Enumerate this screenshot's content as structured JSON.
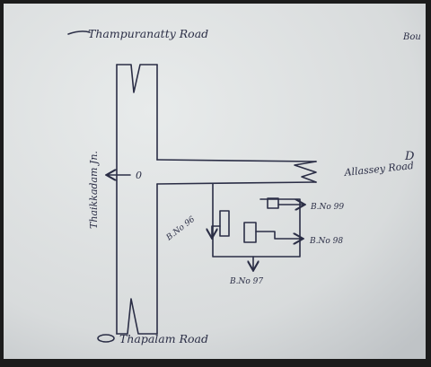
{
  "labels": {
    "top_road": "Thampuranatty Road",
    "left_junction": "Thaikkadam Jn.",
    "right_road": "Allassey Road",
    "bottom_road": "Thapalam Road",
    "building_96": "B.No 96",
    "building_97": "B.No 97",
    "building_98": "B.No 98",
    "building_99": "B.No 99",
    "junction_marker": "0",
    "edge_top": "Bou",
    "edge_right": "D"
  },
  "colors": {
    "paper": "#dcdfdf",
    "ink": "#2b2e46"
  }
}
